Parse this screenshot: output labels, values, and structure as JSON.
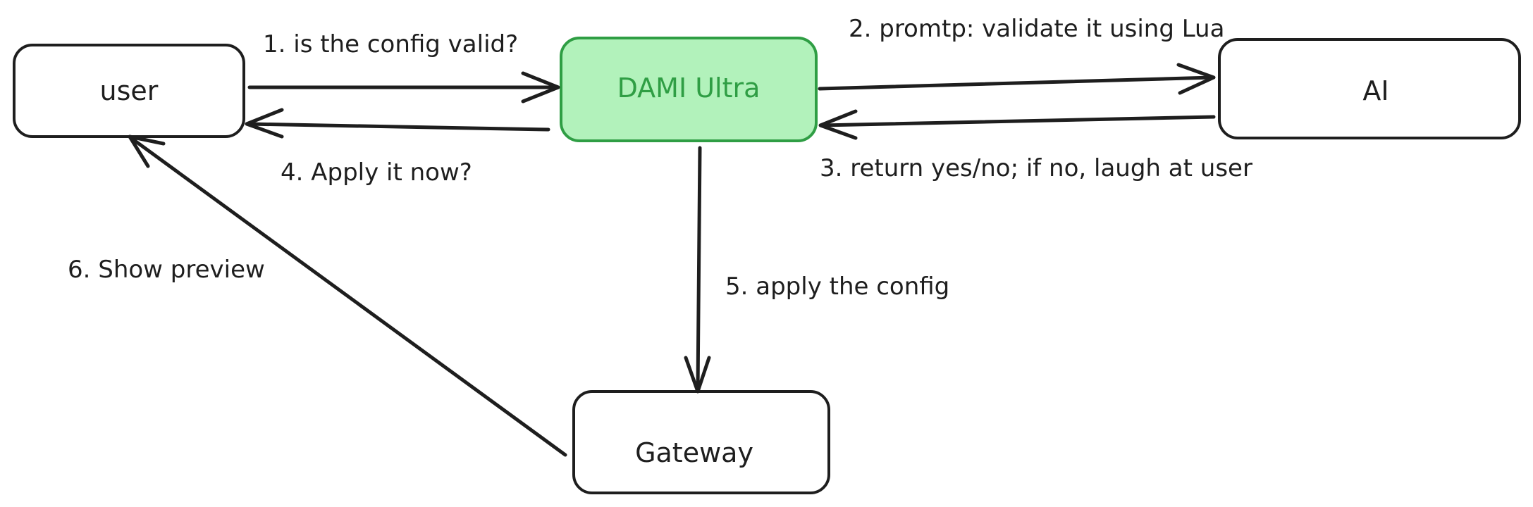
{
  "nodes": {
    "user": {
      "label": "user"
    },
    "dami": {
      "label": "DAMI Ultra"
    },
    "ai": {
      "label": "AI"
    },
    "gateway": {
      "label": "Gateway"
    }
  },
  "edges": {
    "e1": {
      "label": "1. is the config valid?"
    },
    "e2": {
      "label": "2. promtp: validate it using Lua"
    },
    "e3": {
      "label": "3. return yes/no; if no, laugh at user"
    },
    "e4": {
      "label": "4. Apply it now?"
    },
    "e5": {
      "label": "5. apply the config"
    },
    "e6": {
      "label": "6. Show preview"
    }
  },
  "colors": {
    "accent_fill": "#b2f2bb",
    "accent_stroke": "#2f9e44",
    "accent_text": "#2f9e44",
    "stroke": "#1e1e1e"
  }
}
